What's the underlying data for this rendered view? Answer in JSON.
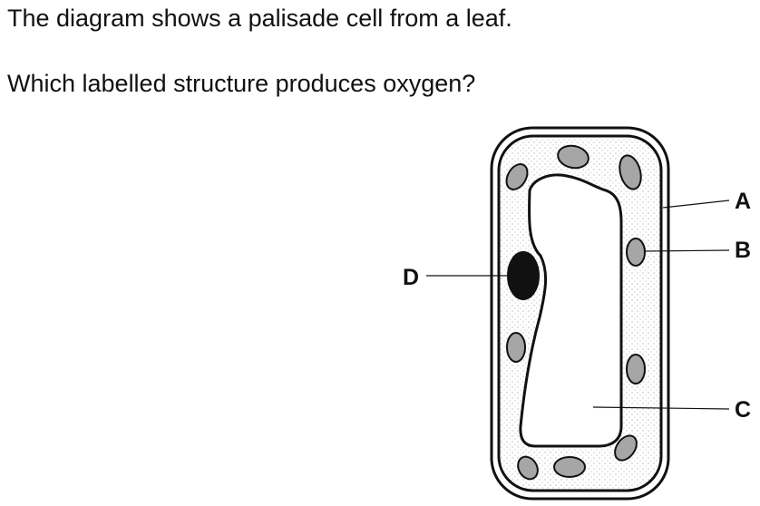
{
  "question": {
    "line1": "The diagram shows a palisade cell from a leaf.",
    "line2": "Which labelled structure produces oxygen?"
  },
  "diagram": {
    "labels": {
      "a": "A",
      "b": "B",
      "c": "C",
      "d": "D"
    }
  }
}
